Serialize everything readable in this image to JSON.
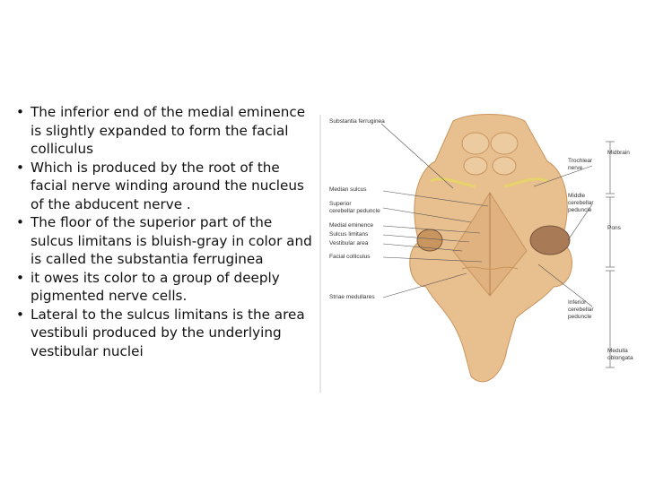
{
  "bullets": [
    {
      "text": "The inferior end of the medial eminence is slightly expanded to form the facial colliculus"
    },
    {
      "text": "Which  is produced by the root of the facial nerve winding around the nucleus of the abducent nerve ."
    },
    {
      "text": "The floor of the superior part of the sulcus limitans is bluish-gray in color and is called the substantia ferruginea"
    },
    {
      "text": "it owes its color to a group of deeply pigmented nerve cells."
    },
    {
      "text": "Lateral to the sulcus limitans is the area vestibuli produced by the underlying vestibular nuclei"
    }
  ],
  "bullet_glyph": "•",
  "figure": {
    "labels": {
      "substantia_ferruginea": "Substantia ferruginea",
      "median_sulcus": "Median sulcus",
      "superior_cerebellar_peduncle": "Superior\ncerebellar peduncle",
      "medial_eminence": "Medial eminence",
      "sulcus_limitans": "Sulcus limitans",
      "vestibular_area": "Vestibular area",
      "facial_colliculus": "Facial colliculus",
      "striae_medullares": "Striae medullares",
      "trochlear_nerve": "Trochlear\nnerve",
      "middle_cerebellar_peduncle": "Middle\ncerebellar\npeduncle",
      "inferior_cerebellar_peduncle": "Inferior\ncerebellar\npeduncle",
      "midbrain": "Midbrain",
      "pons": "Pons",
      "medulla_oblongata": "Medulla\noblongata"
    },
    "colors": {
      "tissue": "#e8bf8e",
      "tissue_shadow": "#c9955f",
      "nerve_yellow": "#e6d36a",
      "peduncle_cut": "#a87a56"
    }
  }
}
